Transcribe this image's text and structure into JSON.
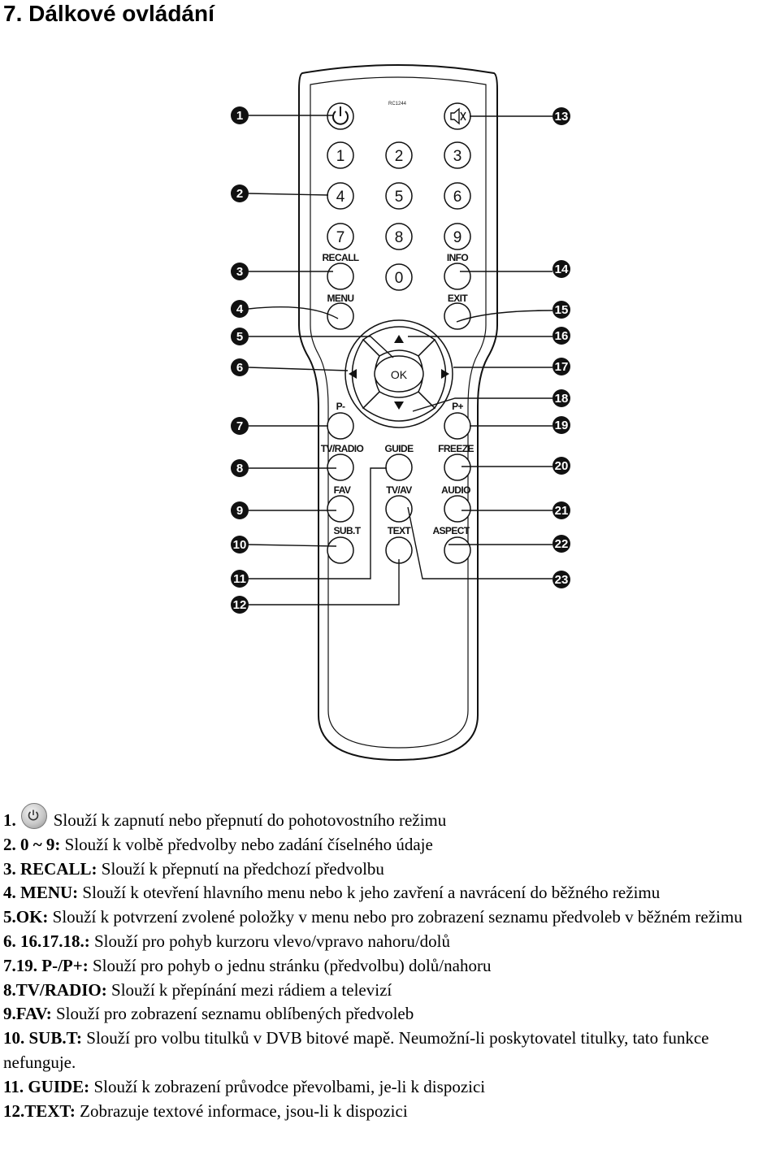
{
  "title": "7. Dálkové ovládání",
  "remote": {
    "model": "RC1244",
    "digits": [
      "1",
      "2",
      "3",
      "4",
      "5",
      "6",
      "7",
      "8",
      "9",
      "0"
    ],
    "labels": {
      "recall": "RECALL",
      "info": "INFO",
      "menu": "MENU",
      "exit": "EXIT",
      "ok": "OK",
      "p_minus": "P-",
      "p_plus": "P+",
      "tv_radio": "TV/RADIO",
      "guide": "GUIDE",
      "freeze": "FREEZE",
      "fav": "FAV",
      "tv_av": "TV/AV",
      "audio": "AUDIO",
      "subt": "SUB.T",
      "text": "TEXT",
      "aspect": "ASPECT"
    }
  },
  "callouts_left": [
    "1",
    "2",
    "3",
    "4",
    "5",
    "6",
    "7",
    "8",
    "9",
    "10",
    "11",
    "12"
  ],
  "callouts_right": [
    "13",
    "14",
    "15",
    "16",
    "17",
    "18",
    "19",
    "20",
    "21",
    "22",
    "23"
  ],
  "legend": [
    {
      "key": "1.",
      "text": "Slouží k zapnutí nebo přepnutí do pohotovostního režimu"
    },
    {
      "key": "2. 0 ~ 9:",
      "text": " Slouží k volbě předvolby nebo zadání číselného údaje"
    },
    {
      "key": "3. RECALL:",
      "text": " Slouží k přepnutí na předchozí předvolbu"
    },
    {
      "key": "4. MENU:",
      "text": " Slouží k otevření hlavního menu nebo k jeho zavření a navrácení do běžného režimu"
    },
    {
      "key": "5.OK:",
      "text": " Slouží k potvrzení zvolené položky v menu nebo pro zobrazení seznamu předvoleb v běžném režimu"
    },
    {
      "key": "6. 16.17.18.:",
      "text": " Slouží pro pohyb kurzoru vlevo/vpravo nahoru/dolů"
    },
    {
      "key": "7.19. P-/P+:",
      "text": " Slouží pro pohyb o jednu stránku (předvolbu) dolů/nahoru"
    },
    {
      "key": "8.TV/RADIO:",
      "text": " Slouží k přepínání mezi rádiem a televizí"
    },
    {
      "key": "9.FAV:",
      "text": " Slouží pro zobrazení seznamu oblíbených předvoleb"
    },
    {
      "key": "10. SUB.T:",
      "text": " Slouží pro volbu titulků v DVB bitové mapě. Neumožní-li poskytovatel titulky, tato funkce nefunguje."
    },
    {
      "key": "11. GUIDE:",
      "text": " Slouží k zobrazení průvodce převolbami, je-li k dispozici"
    },
    {
      "key": "12.TEXT:",
      "text": " Zobrazuje textové informace, jsou-li k dispozici"
    }
  ]
}
